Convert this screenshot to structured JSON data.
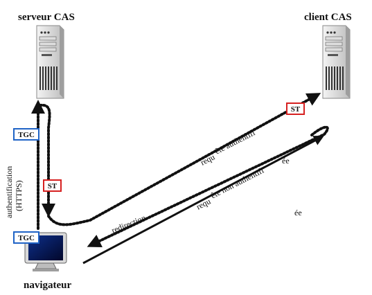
{
  "labels": {
    "server_title": "serveur CAS",
    "client_title": "client CAS",
    "browser_title": "navigateur",
    "auth_line1": "authentification",
    "auth_line2": "(HTTPS)",
    "redirection": "redirection",
    "req_auth_1": "requ",
    "req_auth_2": "ête authentifi",
    "req_auth_3": "ée",
    "req_nonauth_1": "requ",
    "req_nonauth_2": "ête non authentifi",
    "req_nonauth_3": "ée"
  },
  "tags": {
    "tgc_top": "TGC",
    "st_left": "ST",
    "st_right": "ST",
    "tgc_bottom": "TGC"
  },
  "colors": {
    "tgc_border": "#1f63c6",
    "st_border": "#d62020"
  },
  "icons": {
    "server": "server-tower-icon",
    "client": "server-tower-icon",
    "browser": "monitor-icon"
  }
}
